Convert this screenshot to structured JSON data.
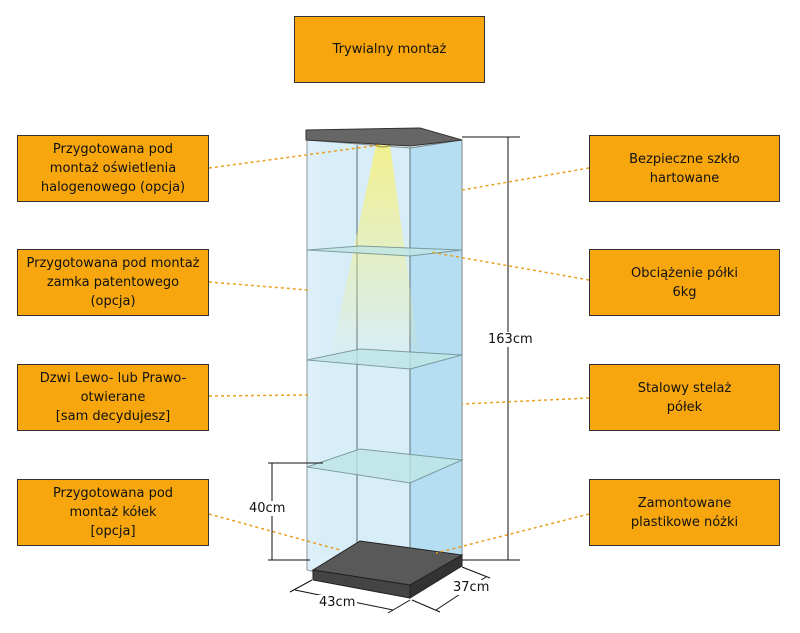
{
  "title_box": {
    "lines": [
      "Trywialny montaż"
    ]
  },
  "callouts_left": [
    {
      "lines": [
        "Przygotowana pod",
        "montaż oświetlenia",
        "halogenowego (opcja)"
      ]
    },
    {
      "lines": [
        "Przygotowana pod montaż",
        "zamka patentowego",
        "(opcja)"
      ]
    },
    {
      "lines": [
        "Dzwi Lewo- lub Prawo-",
        "otwierane",
        "[sam decydujesz]"
      ]
    },
    {
      "lines": [
        "Przygotowana pod",
        "montaż kółek",
        "[opcja]"
      ]
    }
  ],
  "callouts_right": [
    {
      "lines": [
        "Bezpieczne szkło",
        "hartowane"
      ]
    },
    {
      "lines": [
        "Obciążenie półki",
        "6kg"
      ]
    },
    {
      "lines": [
        "Stalowy stelaż",
        "półek"
      ]
    },
    {
      "lines": [
        "Zamontowane",
        "plastikowe nóżki"
      ]
    }
  ],
  "dimensions": {
    "height": "163cm",
    "base_height": "40cm",
    "width": "43cm",
    "depth": "37cm"
  },
  "colors": {
    "callout_fill": "#F7A70D",
    "glass": "#BFE3F4",
    "base": "#555555",
    "halogen_light": "#F3F08A"
  }
}
